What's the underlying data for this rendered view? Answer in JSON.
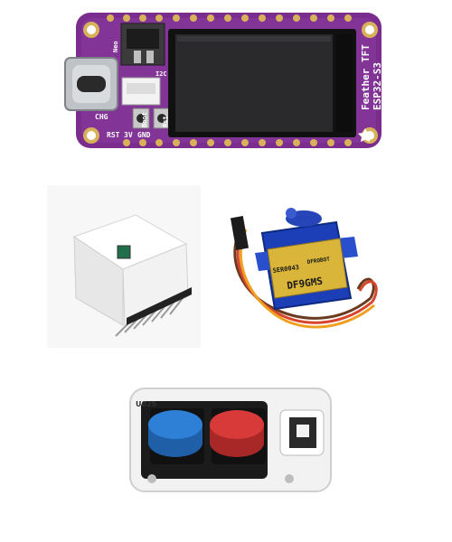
{
  "products": {
    "feather_board": {
      "silk_model": "Feather TFT",
      "silk_chip": "ESP32-S3",
      "pin_rst": "RST",
      "pin_3v": "3V",
      "pin_gnd": "GND",
      "chg": "CHG",
      "neo": "Neo",
      "i2c": "I2C",
      "boot": "Boot",
      "rst_btn": "Rst",
      "colors": {
        "pcb": "#7a2d8c",
        "pad": "#d8b25a"
      }
    },
    "servo": {
      "sku": "SER0043",
      "brand": "DFROBOT",
      "model": "DF9GMS",
      "colors": {
        "body": "#1c3fb8",
        "label": "#d9b53a"
      }
    },
    "button_unit": {
      "label": "U025",
      "colors": {
        "left_cap": "#2e7fd6",
        "right_cap": "#d83a3a",
        "case": "#f2f2f2"
      }
    }
  }
}
